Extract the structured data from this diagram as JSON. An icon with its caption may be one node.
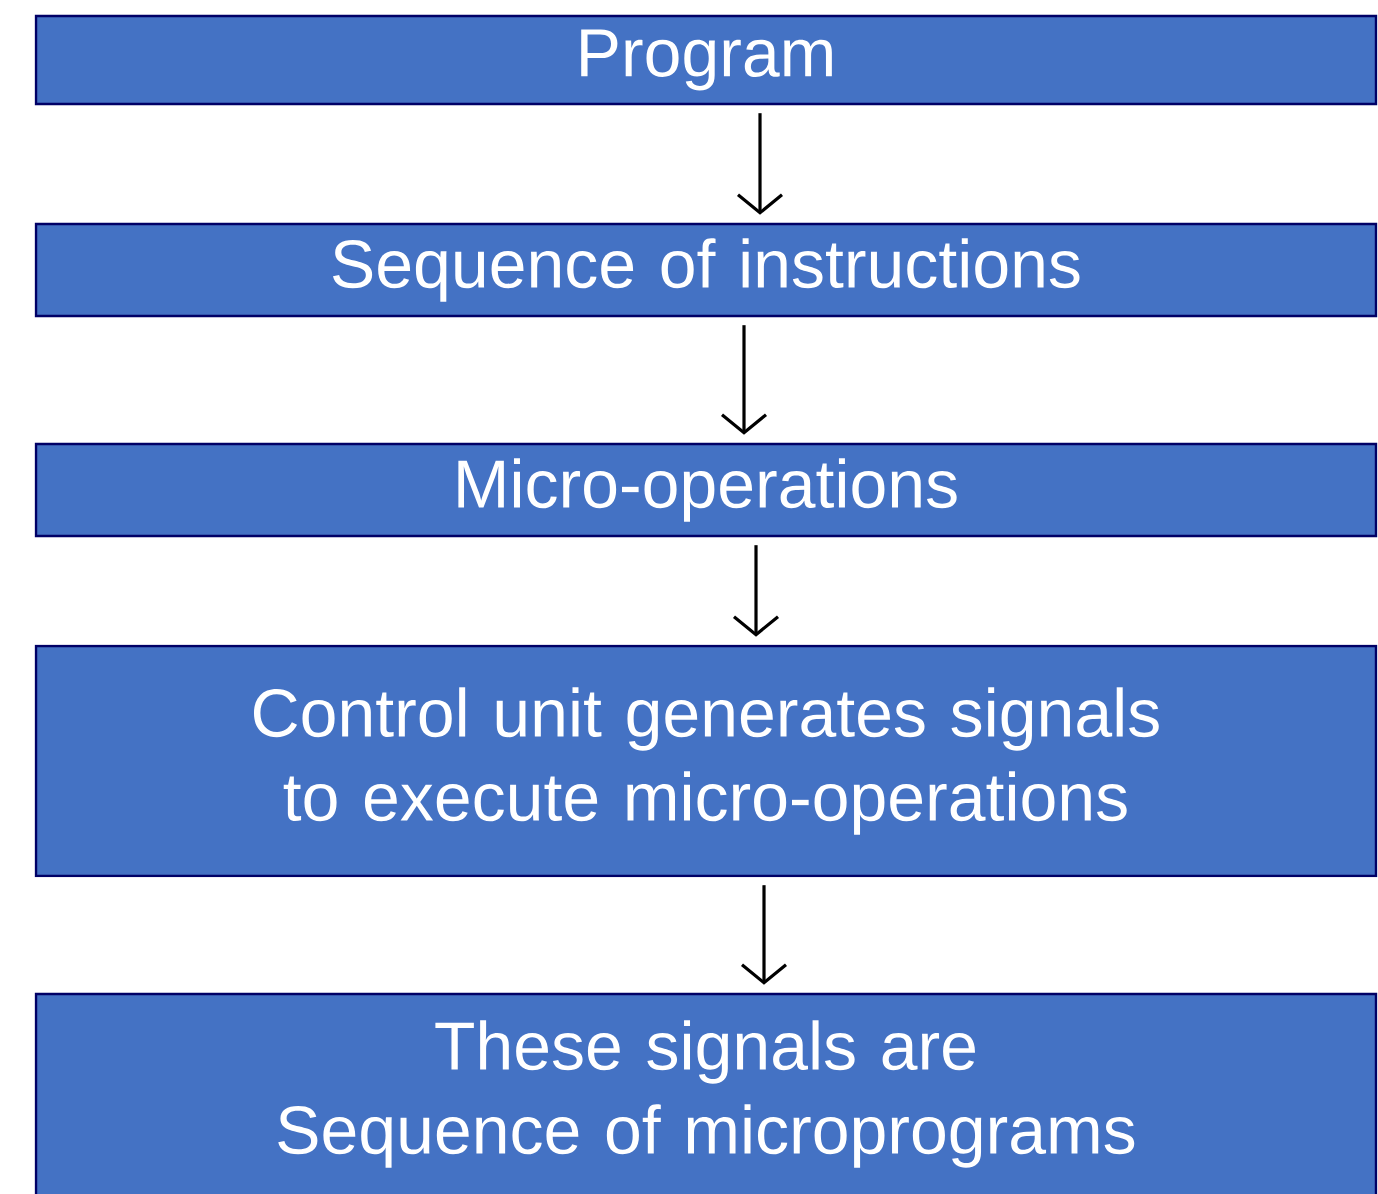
{
  "diagram": {
    "nodes": [
      {
        "text": [
          "Program"
        ]
      },
      {
        "text": [
          "Sequence of instructions"
        ]
      },
      {
        "text": [
          "Micro-operations"
        ]
      },
      {
        "text": [
          "Control unit generates signals to execute micro-operations"
        ]
      },
      {
        "text": [
          "These signals are Sequence of microprograms"
        ]
      }
    ],
    "edges": [
      {
        "from": 0,
        "to": 1,
        "arrow": "to"
      },
      {
        "from": 1,
        "to": 2,
        "arrow": "to"
      },
      {
        "from": 2,
        "to": 3,
        "arrow": "to"
      },
      {
        "from": 3,
        "to": 4,
        "arrow": "to"
      }
    ]
  }
}
